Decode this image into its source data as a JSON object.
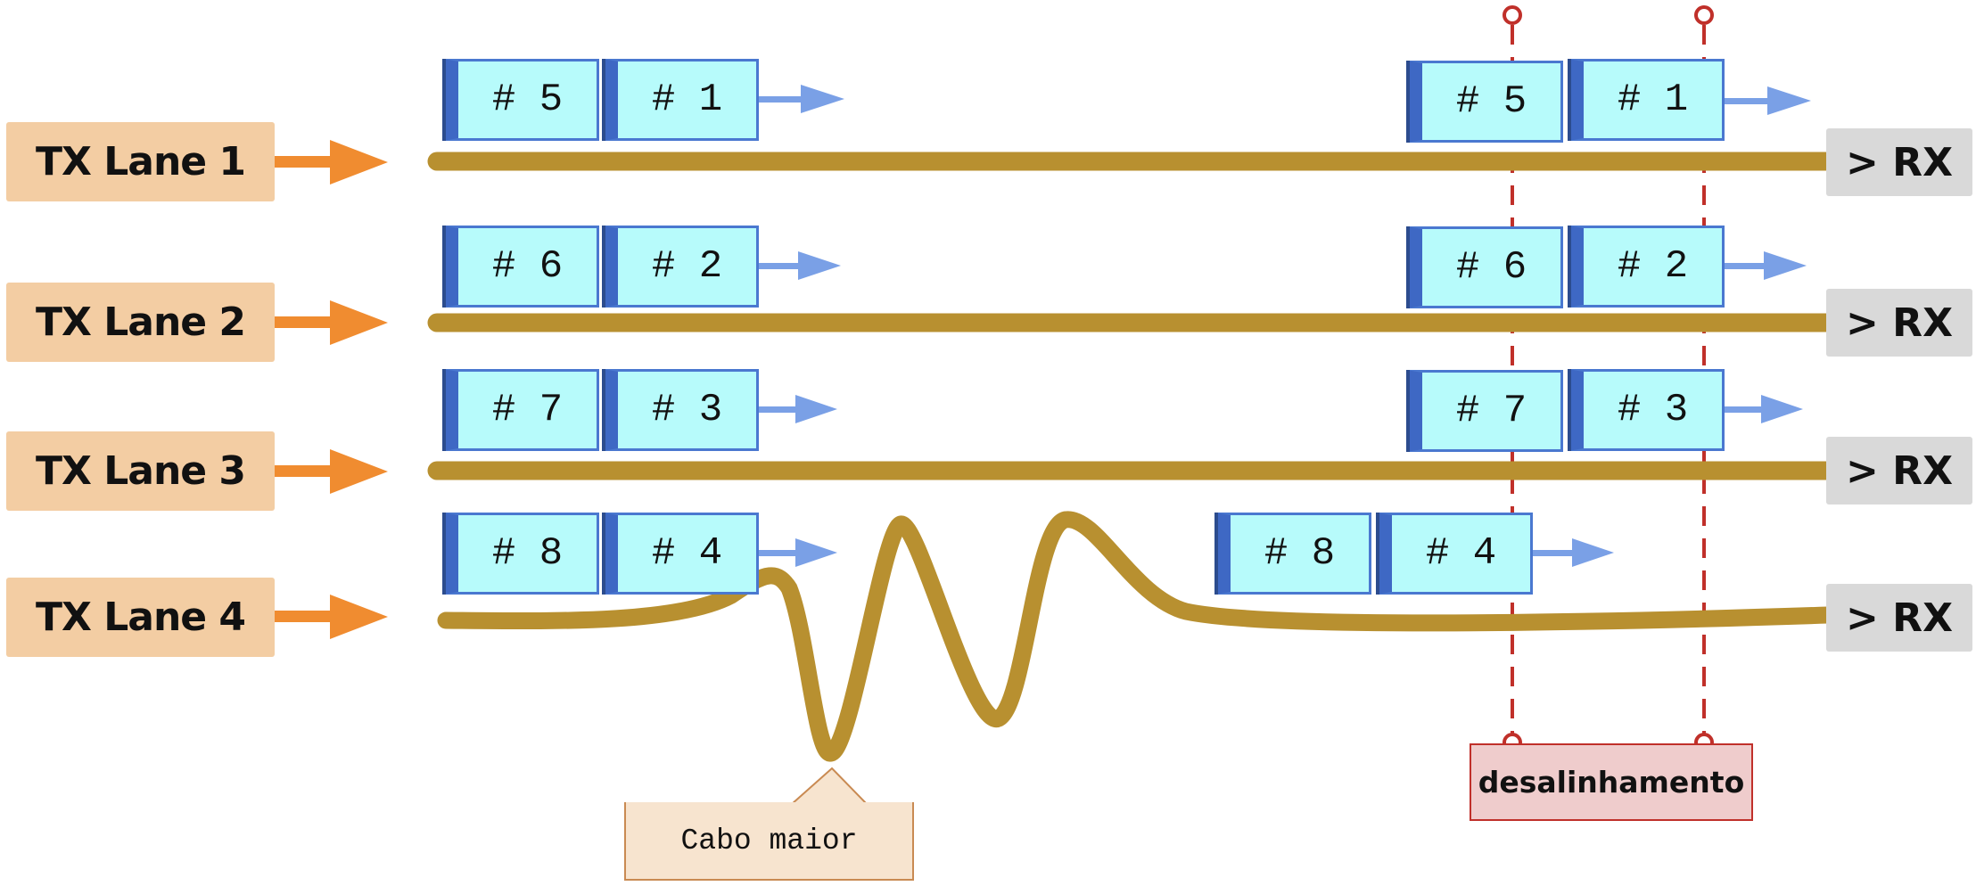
{
  "tx_lanes": [
    {
      "label": "TX Lane 1",
      "rx_label": "> RX",
      "tx_packets": [
        "# 5",
        "# 1"
      ],
      "rx_packets": [
        "# 5",
        "# 1"
      ]
    },
    {
      "label": "TX Lane 2",
      "rx_label": "> RX",
      "tx_packets": [
        "# 6",
        "# 2"
      ],
      "rx_packets": [
        "# 6",
        "# 2"
      ]
    },
    {
      "label": "TX Lane 3",
      "rx_label": "> RX",
      "tx_packets": [
        "# 7",
        "# 3"
      ],
      "rx_packets": [
        "# 7",
        "# 3"
      ]
    },
    {
      "label": "TX Lane 4",
      "rx_label": "> RX",
      "tx_packets": [
        "# 8",
        "# 4"
      ],
      "rx_packets": [
        "# 8",
        "# 4"
      ]
    }
  ],
  "annotations": {
    "skew_label": "desalinhamento",
    "longer_cable_label": "Cabo maior"
  },
  "colors": {
    "tx_box": "#f3cda3",
    "rx_box": "#d9d9d9",
    "cable": "#b89030",
    "tx_arrow": "#f08c30",
    "packet_fill": "#b7fbfb",
    "packet_border": "#4a78d0",
    "packet_arrow": "#7aa0e6",
    "skew_marker": "#c0302a"
  }
}
